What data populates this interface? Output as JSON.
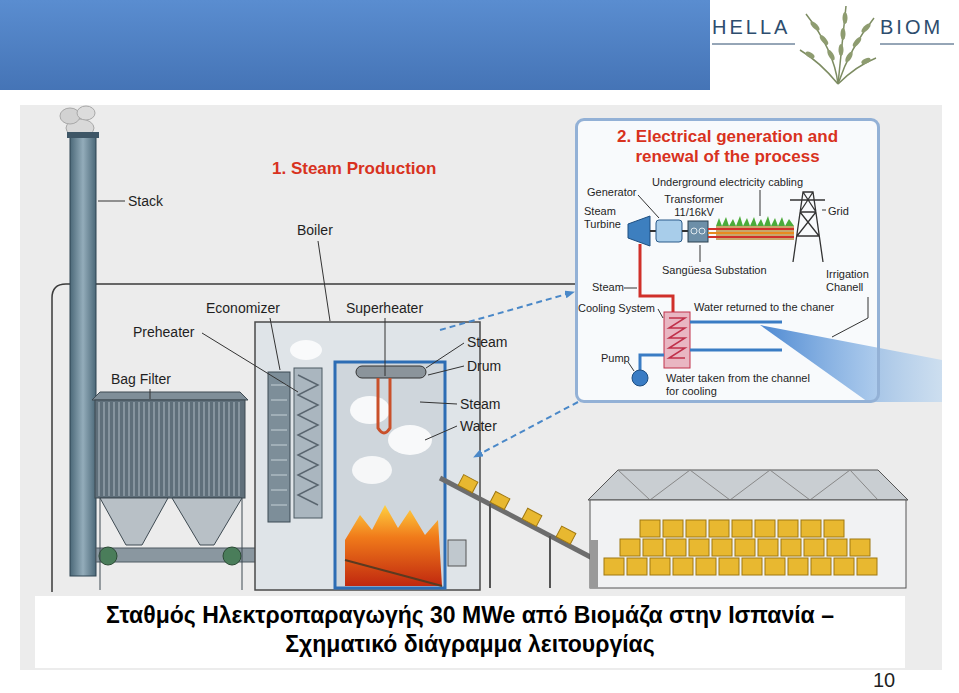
{
  "diagram": {
    "caption": "Σταθμός Ηλεκτροπαραγωγής 30 MWe από Βιομάζα στην Ισπανία – Σχηματικό διάγραμμα λειτουργίας",
    "nodes": [
      {
        "text": [
          "2. Electrical generation and renewal of the process"
        ]
      }
    ],
    "labels": [
      "HELLA",
      "BIOM",
      "1. Steam Production",
      "Stack",
      "Boiler",
      "Economizer",
      "Superheater",
      "Preheater",
      "Steam",
      "Drum",
      "Bag Filter",
      "Steam",
      "Water",
      "Generator",
      "Underground electricity cabling",
      "Transformer 11/16kV",
      "Steam Turbine",
      "Grid",
      "Sangüesa Substation",
      "Steam",
      "Water returned to the chaner",
      "Cooling System",
      "Irrigation Chanell",
      "Pump",
      "Water taken from the channel for cooling",
      "10"
    ]
  }
}
